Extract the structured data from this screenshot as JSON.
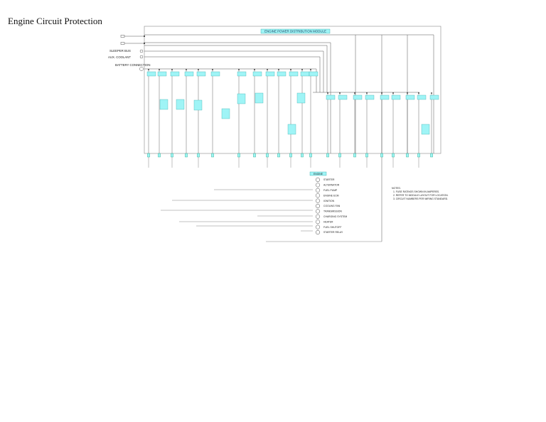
{
  "title": "Engine Circuit Protection",
  "module_title": "ENGINE POWER DISTRIBUTION MODULE",
  "side_labels": {
    "ground_relay_1": "SLEEPER BUS",
    "ground_relay_2": "AUX. COOLANT",
    "battery": "BATTERY CONNECTION"
  },
  "legend_title": "ENGINE",
  "legend_items": [
    "STARTER",
    "ALTERNATOR",
    "FUEL PUMP",
    "ENGINE ECM",
    "IGNITION",
    "COOLING FAN",
    "TRANSMISSION",
    "CHARGING SYSTEM",
    "HEATER",
    "FUEL SHUTOFF",
    "STARTER RELAY"
  ],
  "notes_title": "NOTES:",
  "notes": [
    "1. FUSE RATINGS SHOWN IN AMPERES.",
    "2. REFER TO MODULE LAYOUT FOR LOCATION.",
    "3. CIRCUIT NUMBERS PER WIRING STANDARD."
  ],
  "colors": {
    "highlight": "#9ff4f6",
    "line": "#555555",
    "background": "#ffffff"
  }
}
